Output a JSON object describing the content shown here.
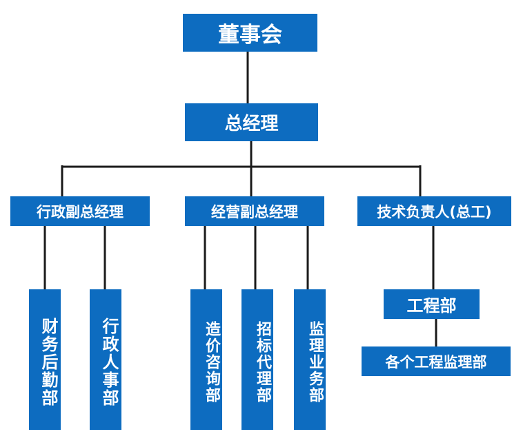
{
  "colors": {
    "box": "#0d6cc0",
    "text": "#ffffff",
    "line": "#1a1a1a"
  },
  "board": "董事会",
  "general_manager": "总经理",
  "admin_vp": "行政副总经理",
  "business_vp": "经营副总经理",
  "tech_lead": "技术负责人(总工)",
  "finance_logistics": "财务后勤部",
  "admin_personnel": "行政人事部",
  "cost_consulting": "造价咨询部",
  "bidding_agency": "招标代理部",
  "supervision_business": "监理业务部",
  "engineering_dept": "工程部",
  "project_supervision": "各个工程监理部"
}
